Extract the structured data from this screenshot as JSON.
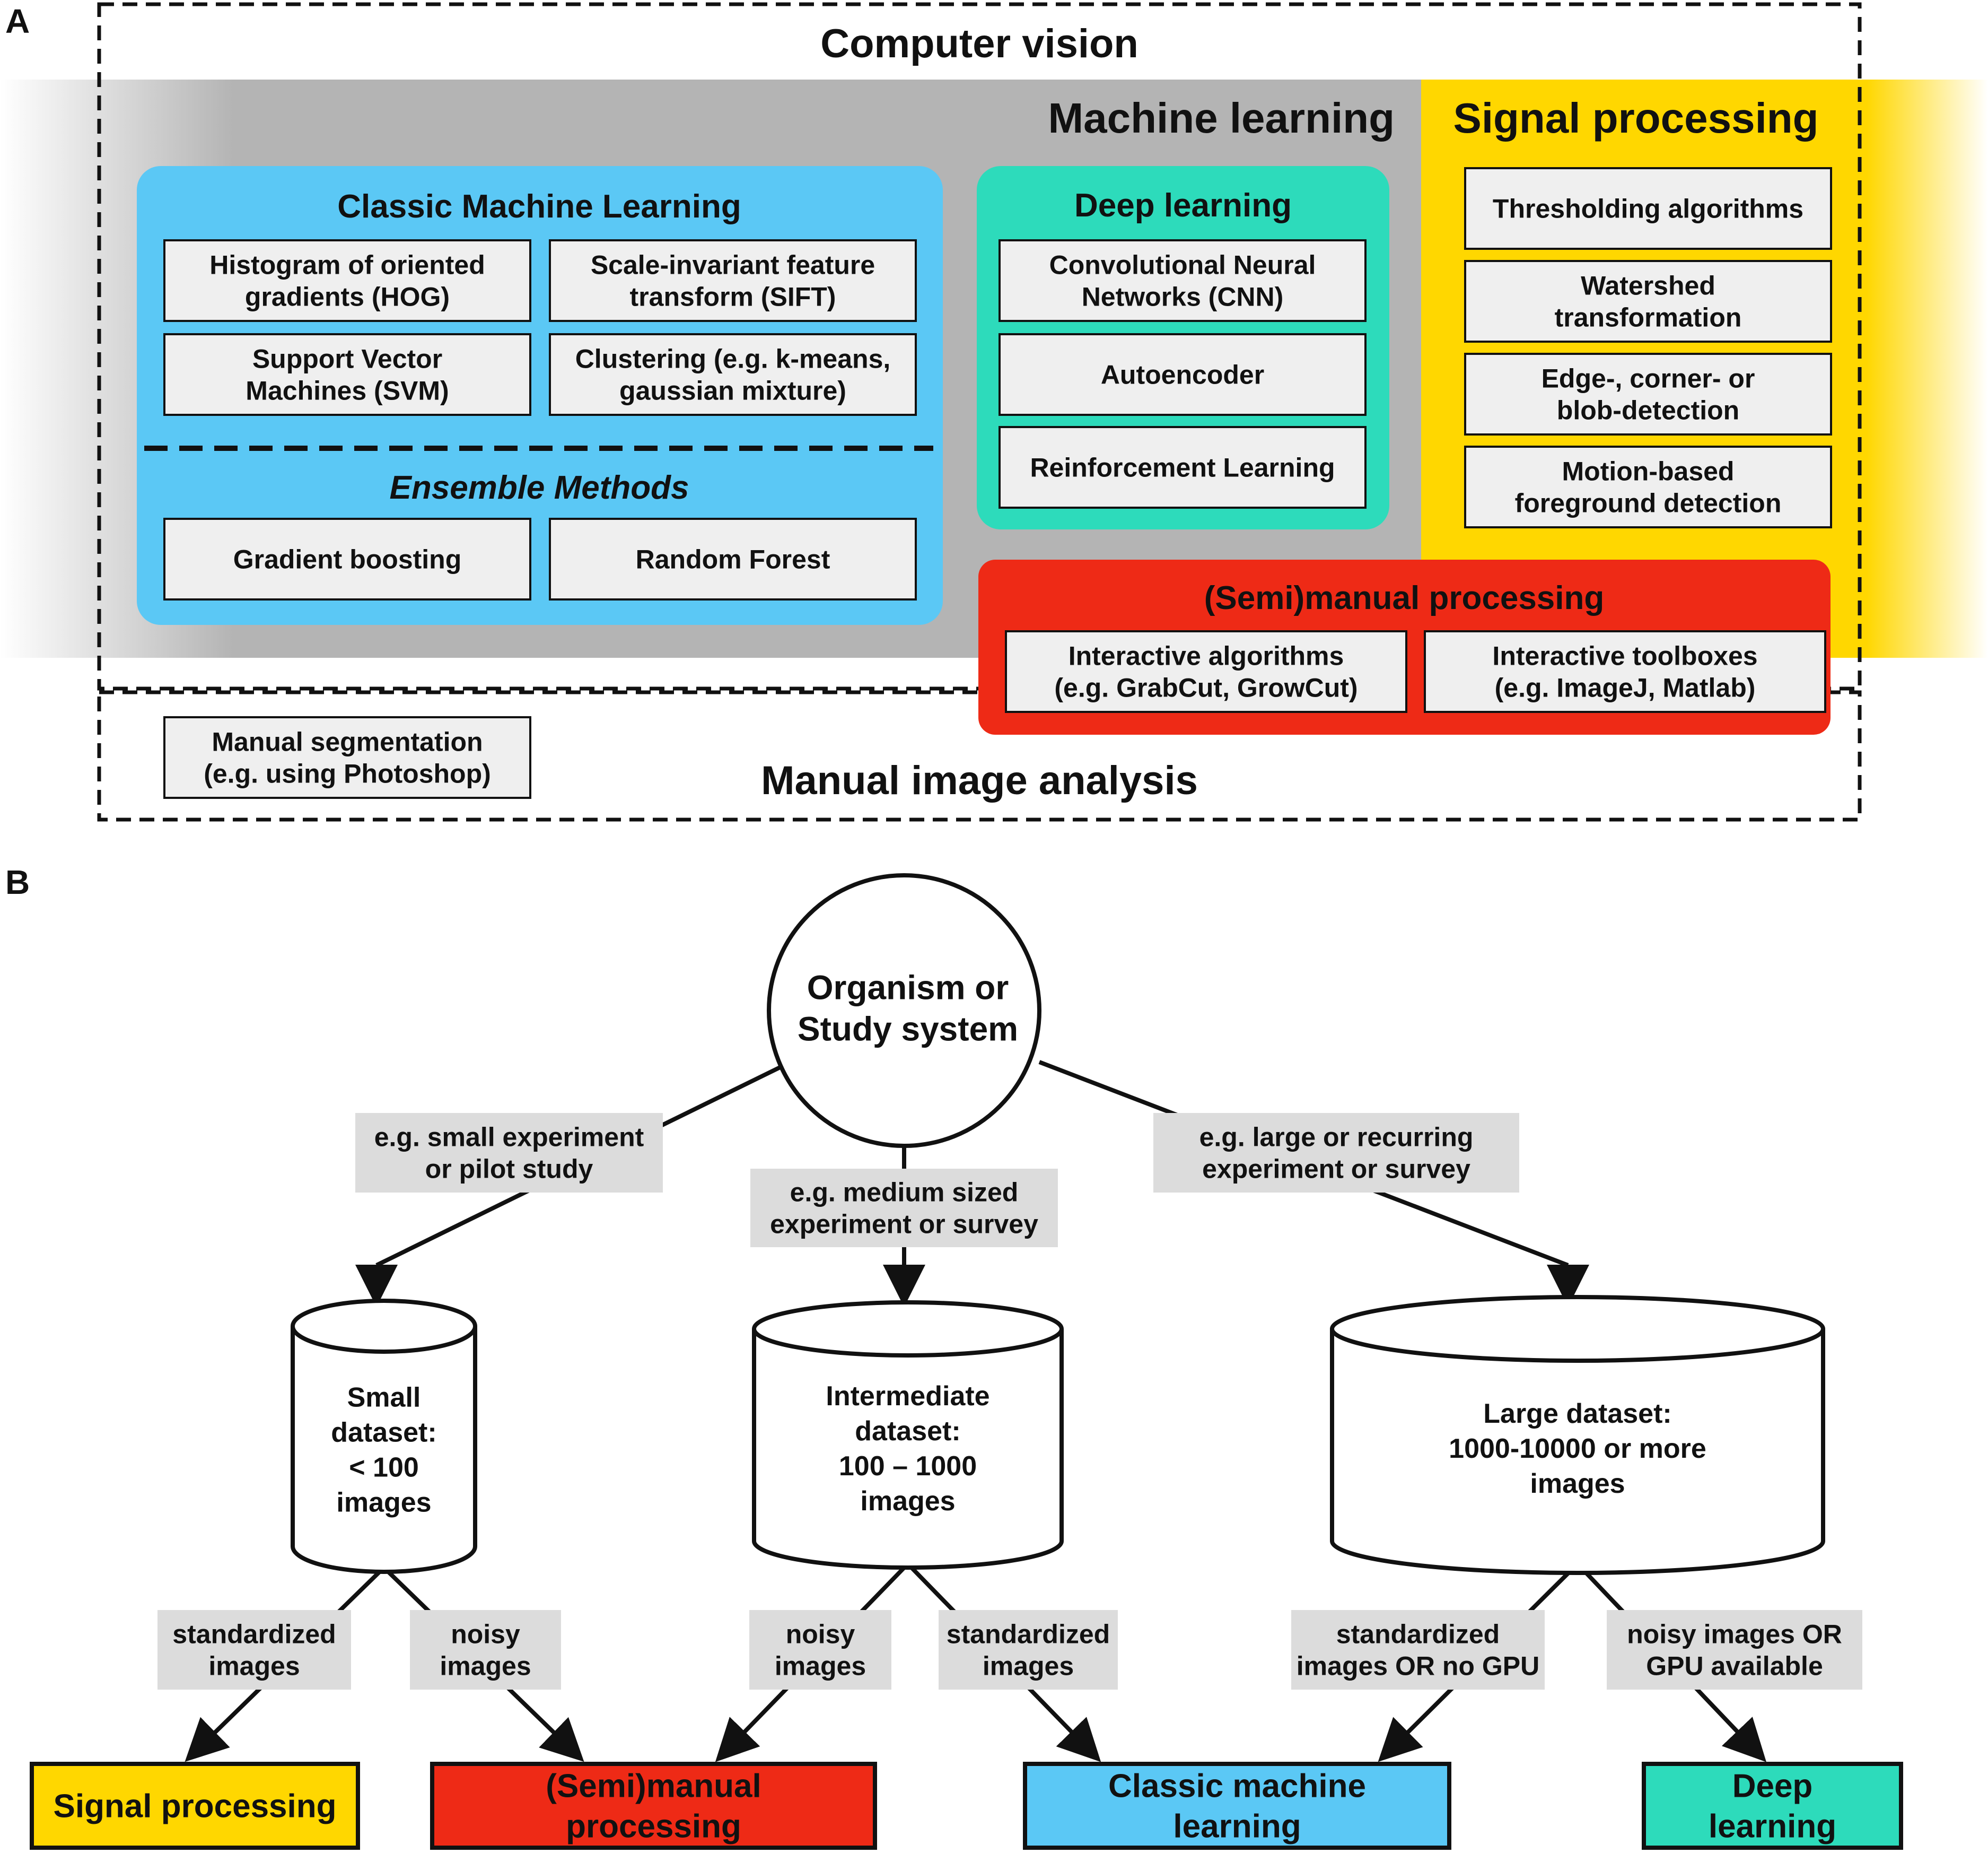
{
  "panel_a": {
    "label": "A",
    "computer_vision_title": "Computer vision",
    "machine_learning_title": "Machine learning",
    "signal_processing": {
      "title": "Signal processing",
      "items": [
        [
          "Thresholding algorithms"
        ],
        [
          "Watershed",
          "transformation"
        ],
        [
          "Edge-, corner- or",
          "blob-detection"
        ],
        [
          "Motion-based",
          "foreground detection"
        ]
      ]
    },
    "classic_ml": {
      "title": "Classic Machine Learning",
      "items": [
        [
          "Histogram of oriented",
          "gradients (HOG)"
        ],
        [
          "Scale-invariant feature",
          "transform (SIFT)"
        ],
        [
          "Support Vector",
          "Machines (SVM)"
        ],
        [
          "Clustering (e.g. k-means,",
          "gaussian mixture)"
        ]
      ],
      "ensemble_title": "Ensemble Methods",
      "ensemble_items": [
        [
          "Gradient boosting"
        ],
        [
          "Random Forest"
        ]
      ]
    },
    "deep_learning": {
      "title": "Deep learning",
      "items": [
        [
          "Convolutional Neural",
          "Networks (CNN)"
        ],
        [
          "Autoencoder"
        ],
        [
          "Reinforcement Learning"
        ]
      ]
    },
    "semimanual": {
      "title": "(Semi)manual processing",
      "items": [
        [
          "Interactive algorithms",
          "(e.g. GrabCut, GrowCut)"
        ],
        [
          "Interactive toolboxes",
          "(e.g. ImageJ, Matlab)"
        ]
      ]
    },
    "manual": {
      "title": "Manual image analysis",
      "item": [
        "Manual segmentation",
        "(e.g. using Photoshop)"
      ]
    }
  },
  "panel_b": {
    "label": "B",
    "root": [
      "Organism or",
      "Study system"
    ],
    "branches": [
      {
        "condition": [
          "e.g. small experiment",
          "or pilot study"
        ],
        "dataset": [
          "Small",
          "dataset:",
          "< 100",
          "images"
        ]
      },
      {
        "condition": [
          "e.g. medium sized",
          "experiment or survey"
        ],
        "dataset": [
          "Intermediate",
          "dataset:",
          "100 – 1000",
          "images"
        ]
      },
      {
        "condition": [
          "e.g. large or recurring",
          "experiment or survey"
        ],
        "dataset": [
          "Large dataset:",
          "1000-10000 or more",
          "images"
        ]
      }
    ],
    "edge_labels": [
      [
        "standardized",
        "images"
      ],
      [
        "noisy",
        "images"
      ],
      [
        "noisy",
        "images"
      ],
      [
        "standardized",
        "images"
      ],
      [
        "standardized",
        "images OR no GPU"
      ],
      [
        "noisy images OR",
        "GPU available"
      ]
    ],
    "outcomes": [
      {
        "label": [
          "Signal processing"
        ],
        "color": "#FFD700"
      },
      {
        "label": [
          "(Semi)manual",
          "processing"
        ],
        "color": "#EE2A16"
      },
      {
        "label": [
          "Classic machine",
          "learning"
        ],
        "color": "#5BC8F5"
      },
      {
        "label": [
          "Deep",
          "learning"
        ],
        "color": "#2DDBBB"
      }
    ]
  },
  "colors": {
    "signal_yellow": "#FFD700",
    "ml_gray": "#B4B4B4",
    "classic_blue": "#5BC8F5",
    "deep_teal": "#2DDBBB",
    "semimanual_red": "#EE2A16",
    "item_box": "#EFEFEF",
    "label_box": "#DCDCDC"
  }
}
